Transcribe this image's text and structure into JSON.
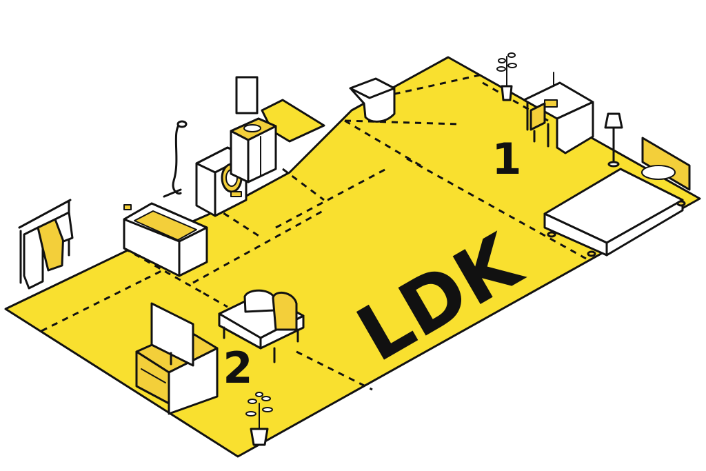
{
  "labels": {
    "ldk": "LDK",
    "room_1": "1",
    "room_2": "2"
  },
  "colors": {
    "floor": "#f9e02f",
    "accent": "#f3cf3a",
    "line": "#111111",
    "fixture": "#ffffff"
  }
}
